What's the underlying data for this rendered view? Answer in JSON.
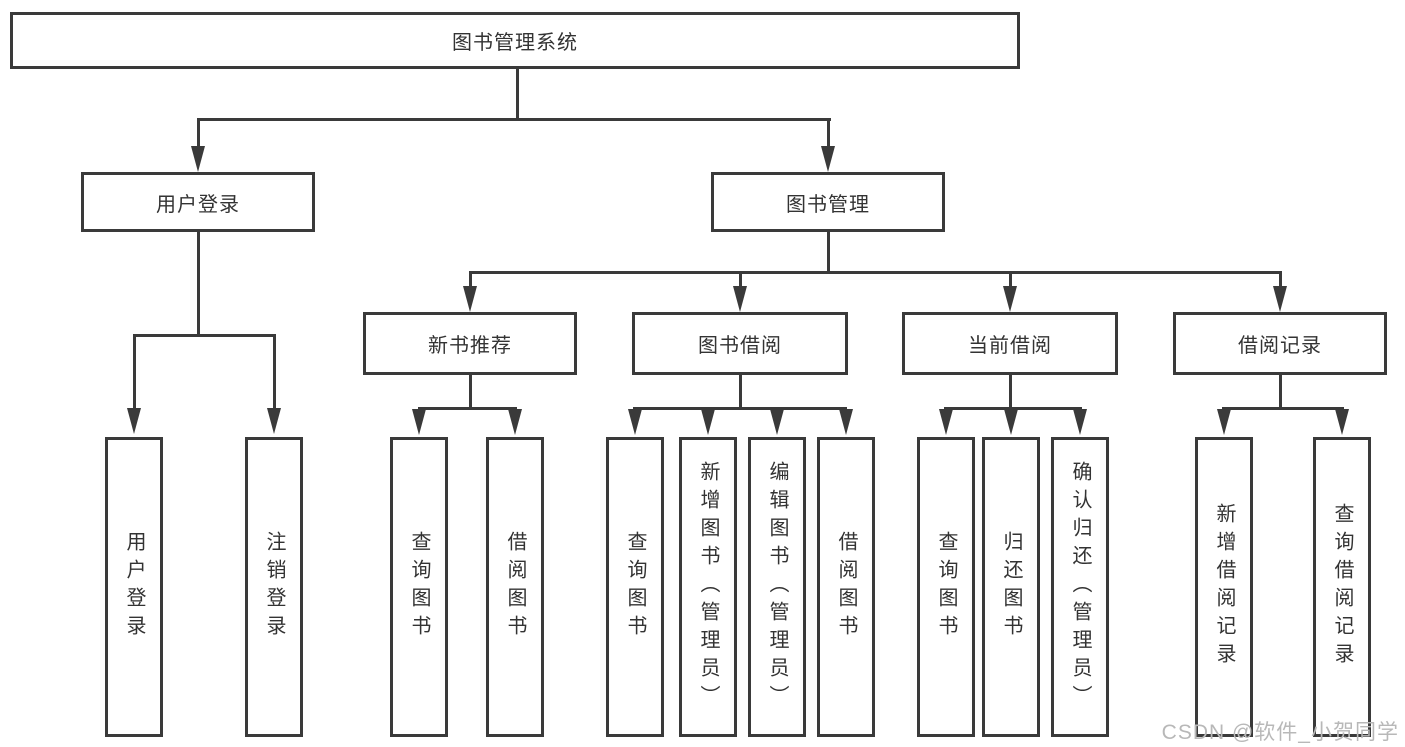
{
  "diagram": {
    "root_label": "图书管理系统",
    "user_branch": {
      "label": "用户登录",
      "children": [
        {
          "label": "用户登录"
        },
        {
          "label": "注销登录"
        }
      ]
    },
    "book_branch": {
      "label": "图书管理",
      "groups": [
        {
          "label": "新书推荐",
          "children": [
            {
              "label": "查询图书"
            },
            {
              "label": "借阅图书"
            }
          ]
        },
        {
          "label": "图书借阅",
          "children": [
            {
              "label": "查询图书"
            },
            {
              "label": "新增图书（管理员）"
            },
            {
              "label": "编辑图书（管理员）"
            },
            {
              "label": "借阅图书"
            }
          ]
        },
        {
          "label": "当前借阅",
          "children": [
            {
              "label": "查询图书"
            },
            {
              "label": "归还图书"
            },
            {
              "label": "确认归还（管理员）"
            }
          ]
        },
        {
          "label": "借阅记录",
          "children": [
            {
              "label": "新增借阅记录"
            },
            {
              "label": "查询借阅记录"
            }
          ]
        }
      ]
    }
  },
  "watermark": {
    "text": "CSDN @软件_小贺同学"
  },
  "colors": {
    "line": "#3a3a3a",
    "text": "#333333",
    "watermark": "#b8b8b8",
    "background": "#ffffff"
  }
}
